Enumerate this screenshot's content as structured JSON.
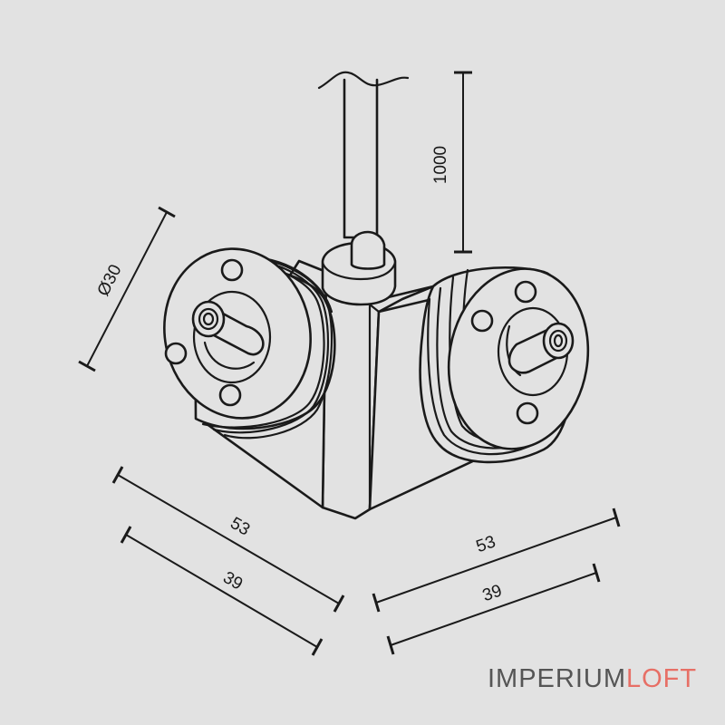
{
  "dimensions": {
    "cable_length": "1000",
    "diameter": "Ø30",
    "left_overall": "53",
    "left_inner": "39",
    "right_overall": "53",
    "right_inner": "39"
  },
  "brand": {
    "part1": "IMPERIUM",
    "part2": "LOFT",
    "color1": "#555555",
    "color2": "#e76f66"
  },
  "colors": {
    "background": "#e2e2e2",
    "line": "#1a1a1a"
  }
}
